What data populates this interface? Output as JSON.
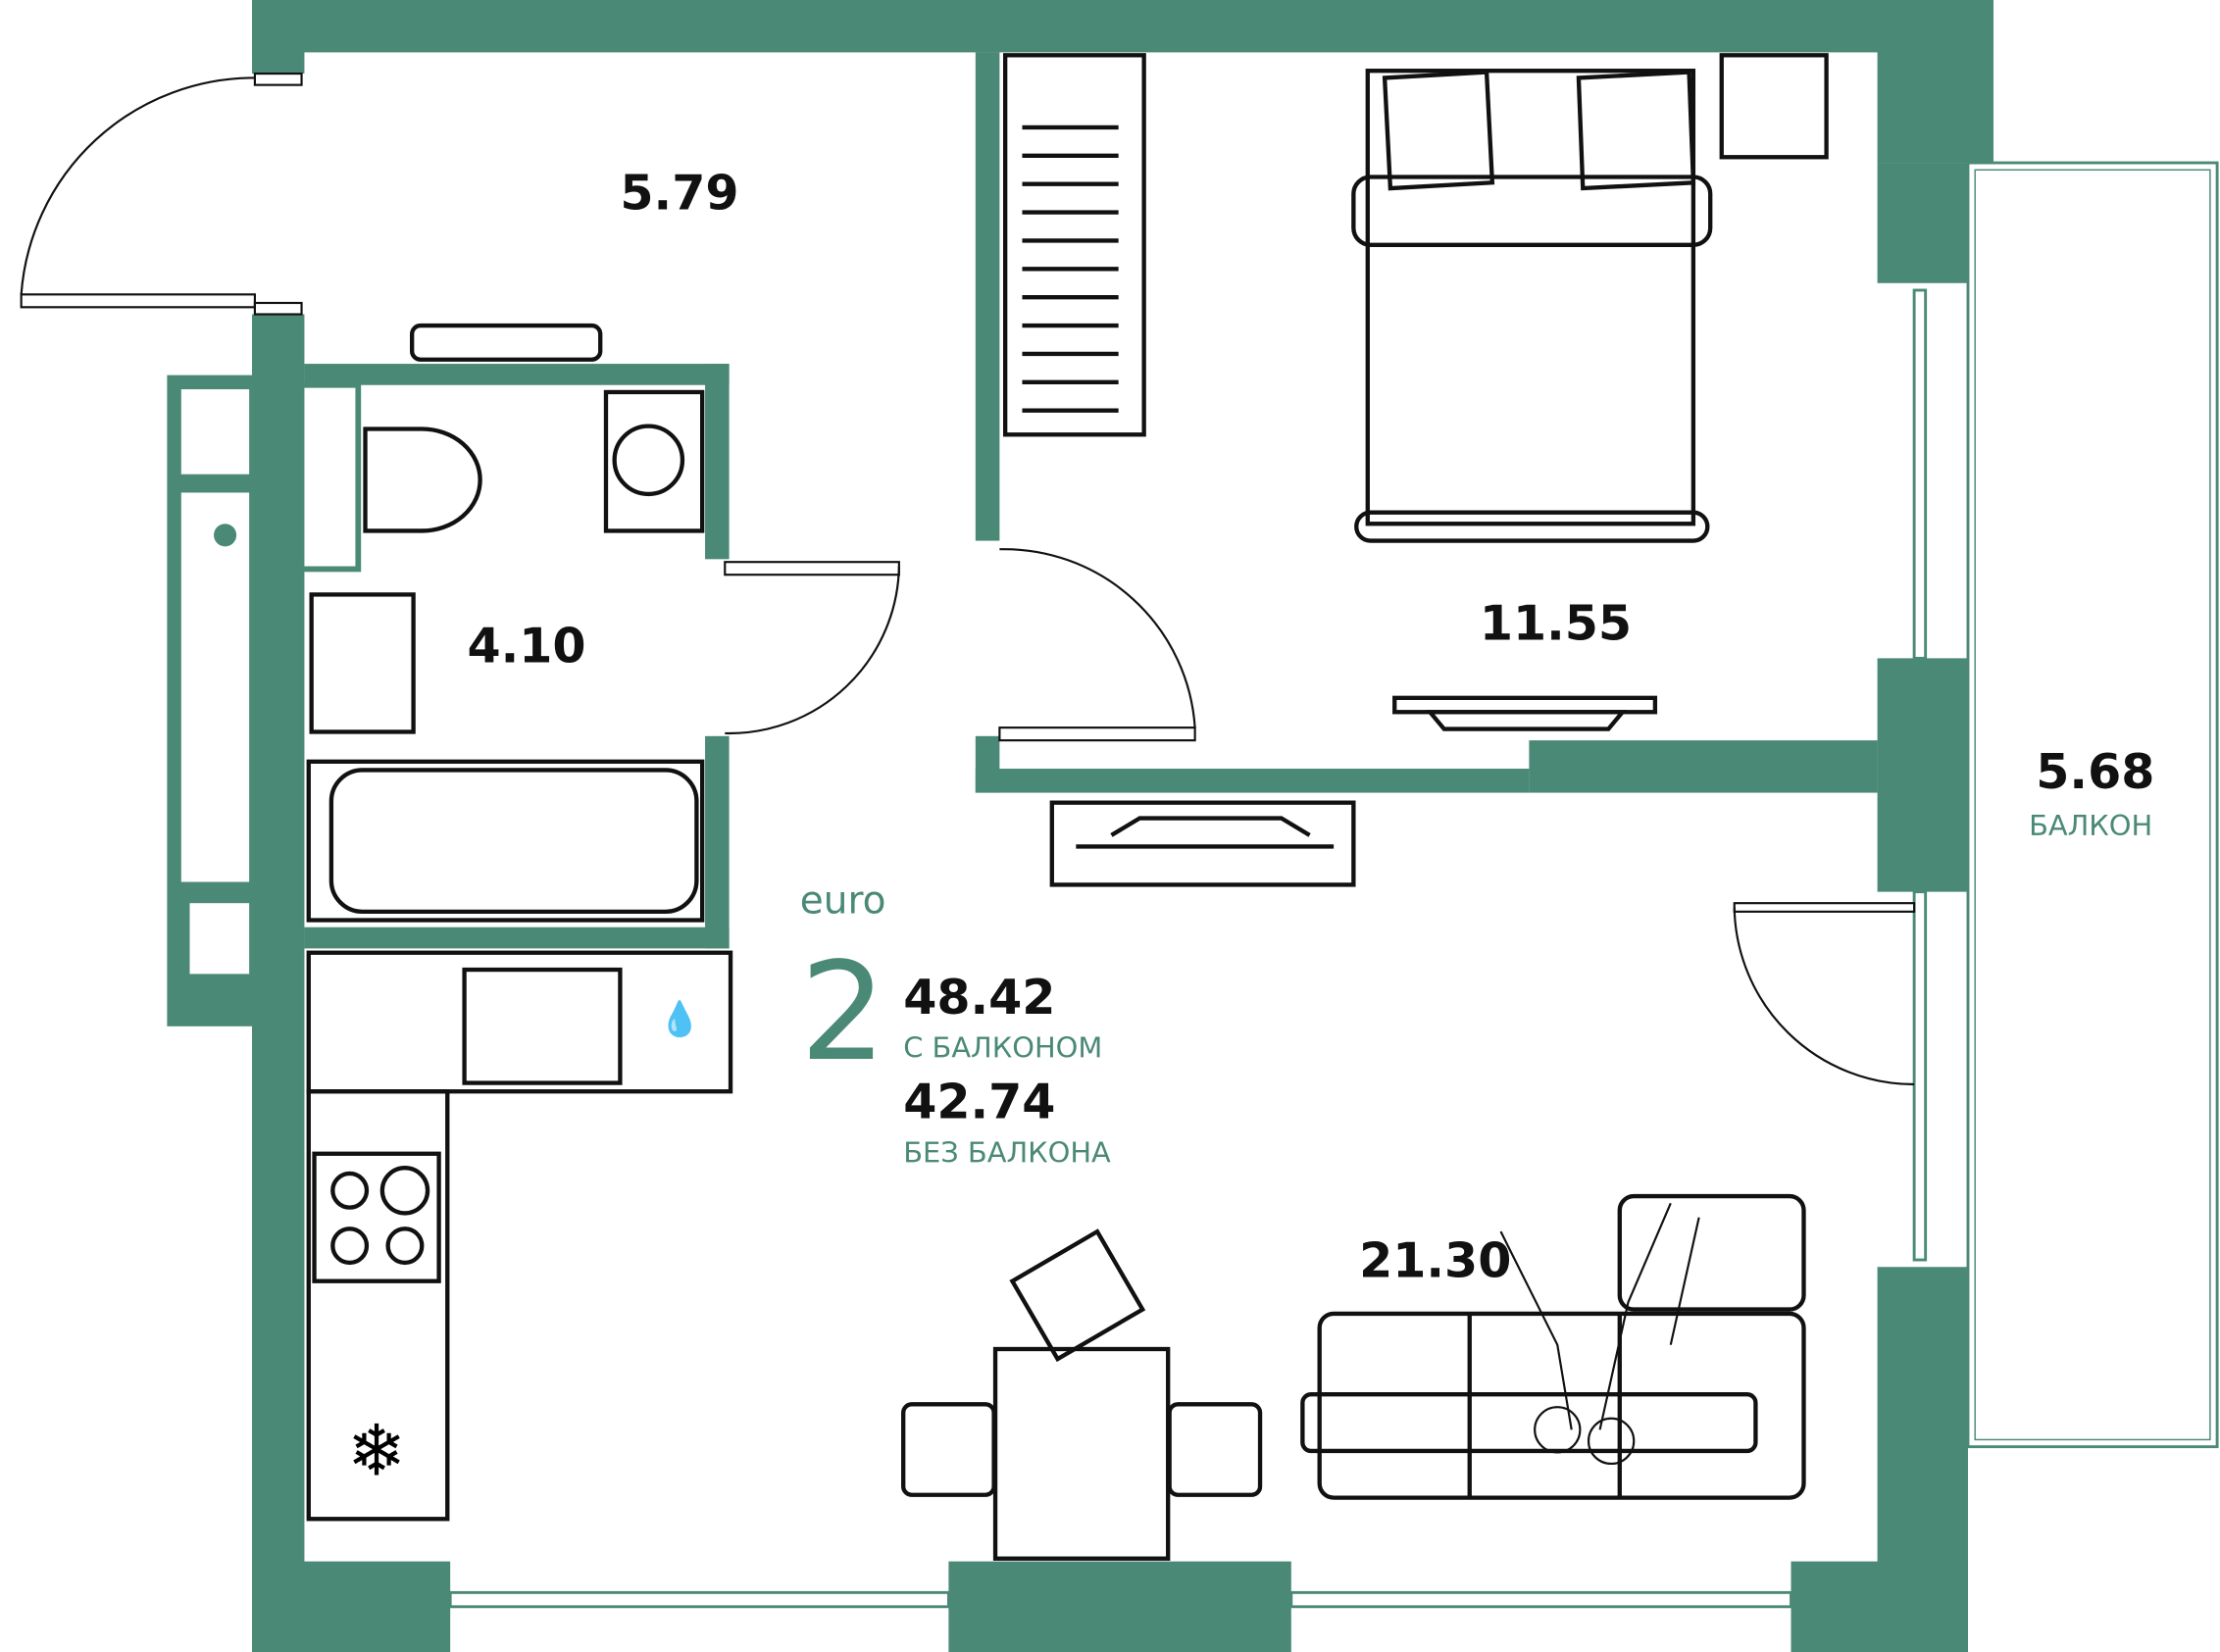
{
  "colors": {
    "wall": "#4b8977",
    "text": "#111111",
    "accent": "#4b8977"
  },
  "apartment": {
    "type_label": "euro",
    "rooms": "2",
    "area_with_balcony": "48.42",
    "with_balcony_label": "С БАЛКОНОМ",
    "area_without_balcony": "42.74",
    "without_balcony_label": "БЕЗ БАЛКОНА"
  },
  "rooms": {
    "hall": {
      "area": "5.79"
    },
    "bathroom": {
      "area": "4.10"
    },
    "bedroom": {
      "area": "11.55"
    },
    "living": {
      "area": "21.30"
    },
    "balcony": {
      "area": "5.68",
      "label": "БАЛКОН"
    }
  }
}
